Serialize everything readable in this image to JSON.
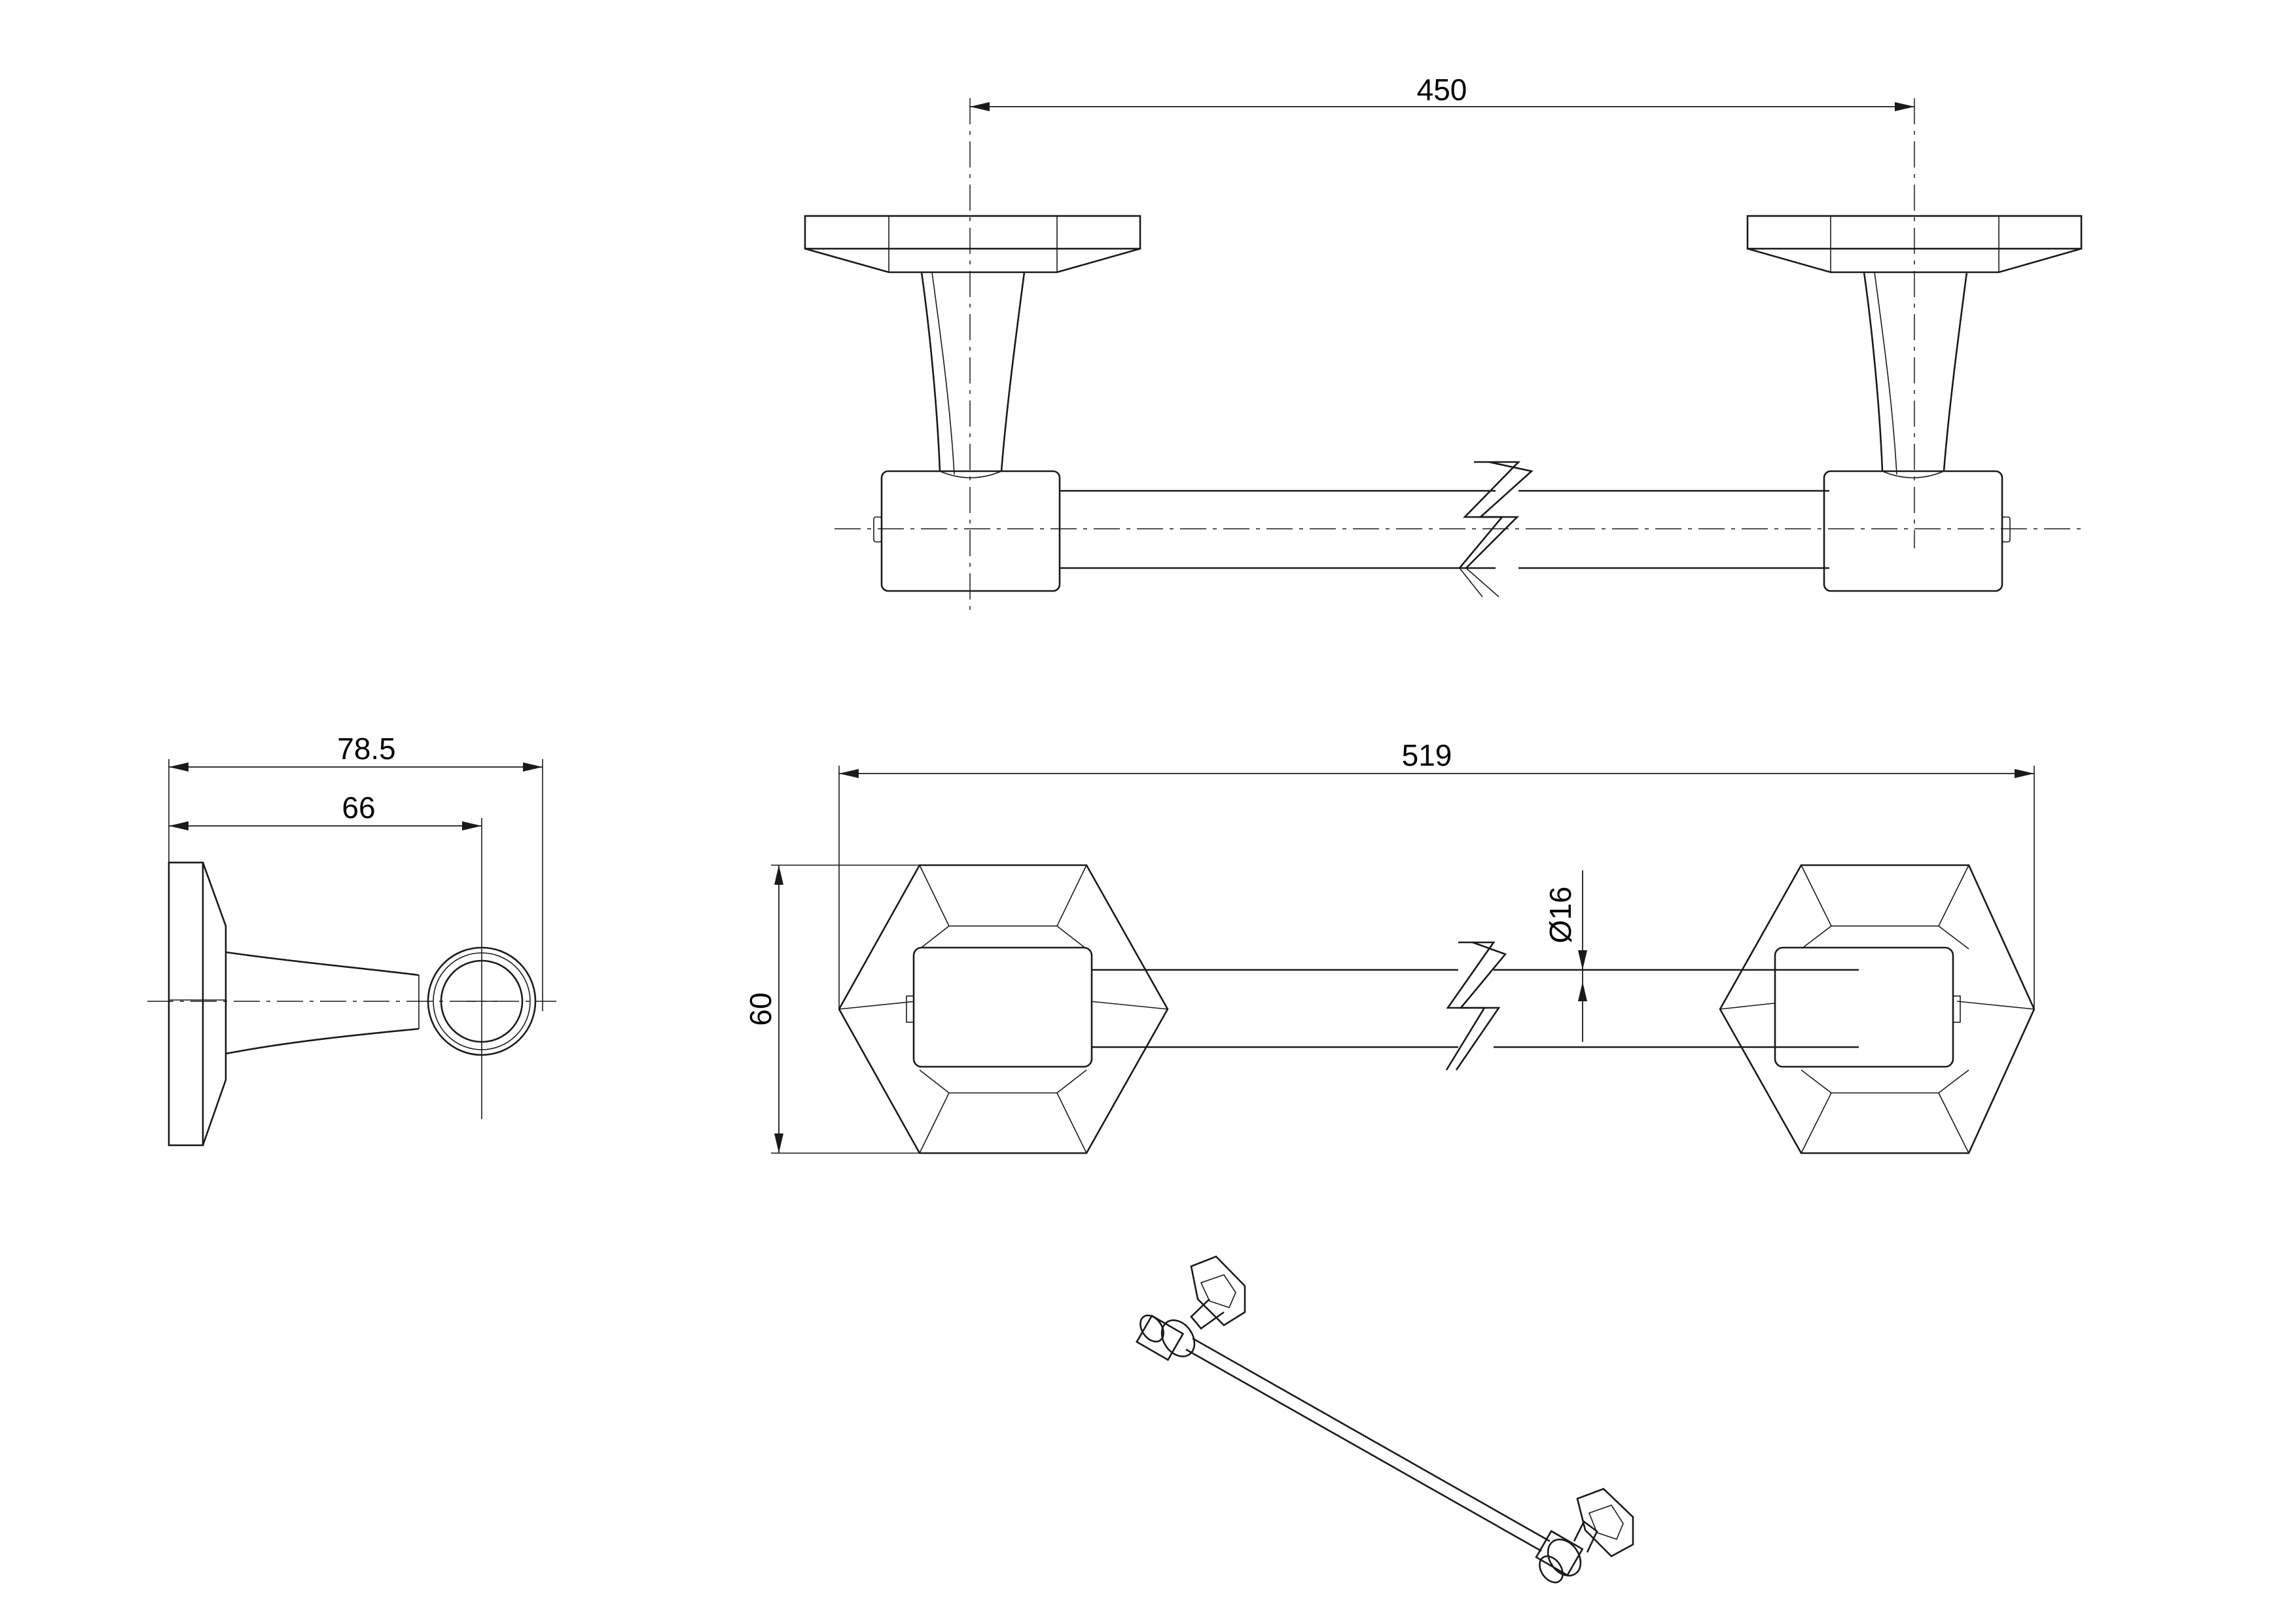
{
  "drawing": {
    "title": "",
    "dimensions": {
      "mount_centers": "450",
      "overall_length": "519",
      "depth_total": "78.5",
      "depth_to_bar_center": "66",
      "base_height": "60",
      "bar_diameter": "Ø16"
    },
    "units": ""
  },
  "views": [
    "top-view",
    "side-view",
    "front-view",
    "isometric-view"
  ]
}
